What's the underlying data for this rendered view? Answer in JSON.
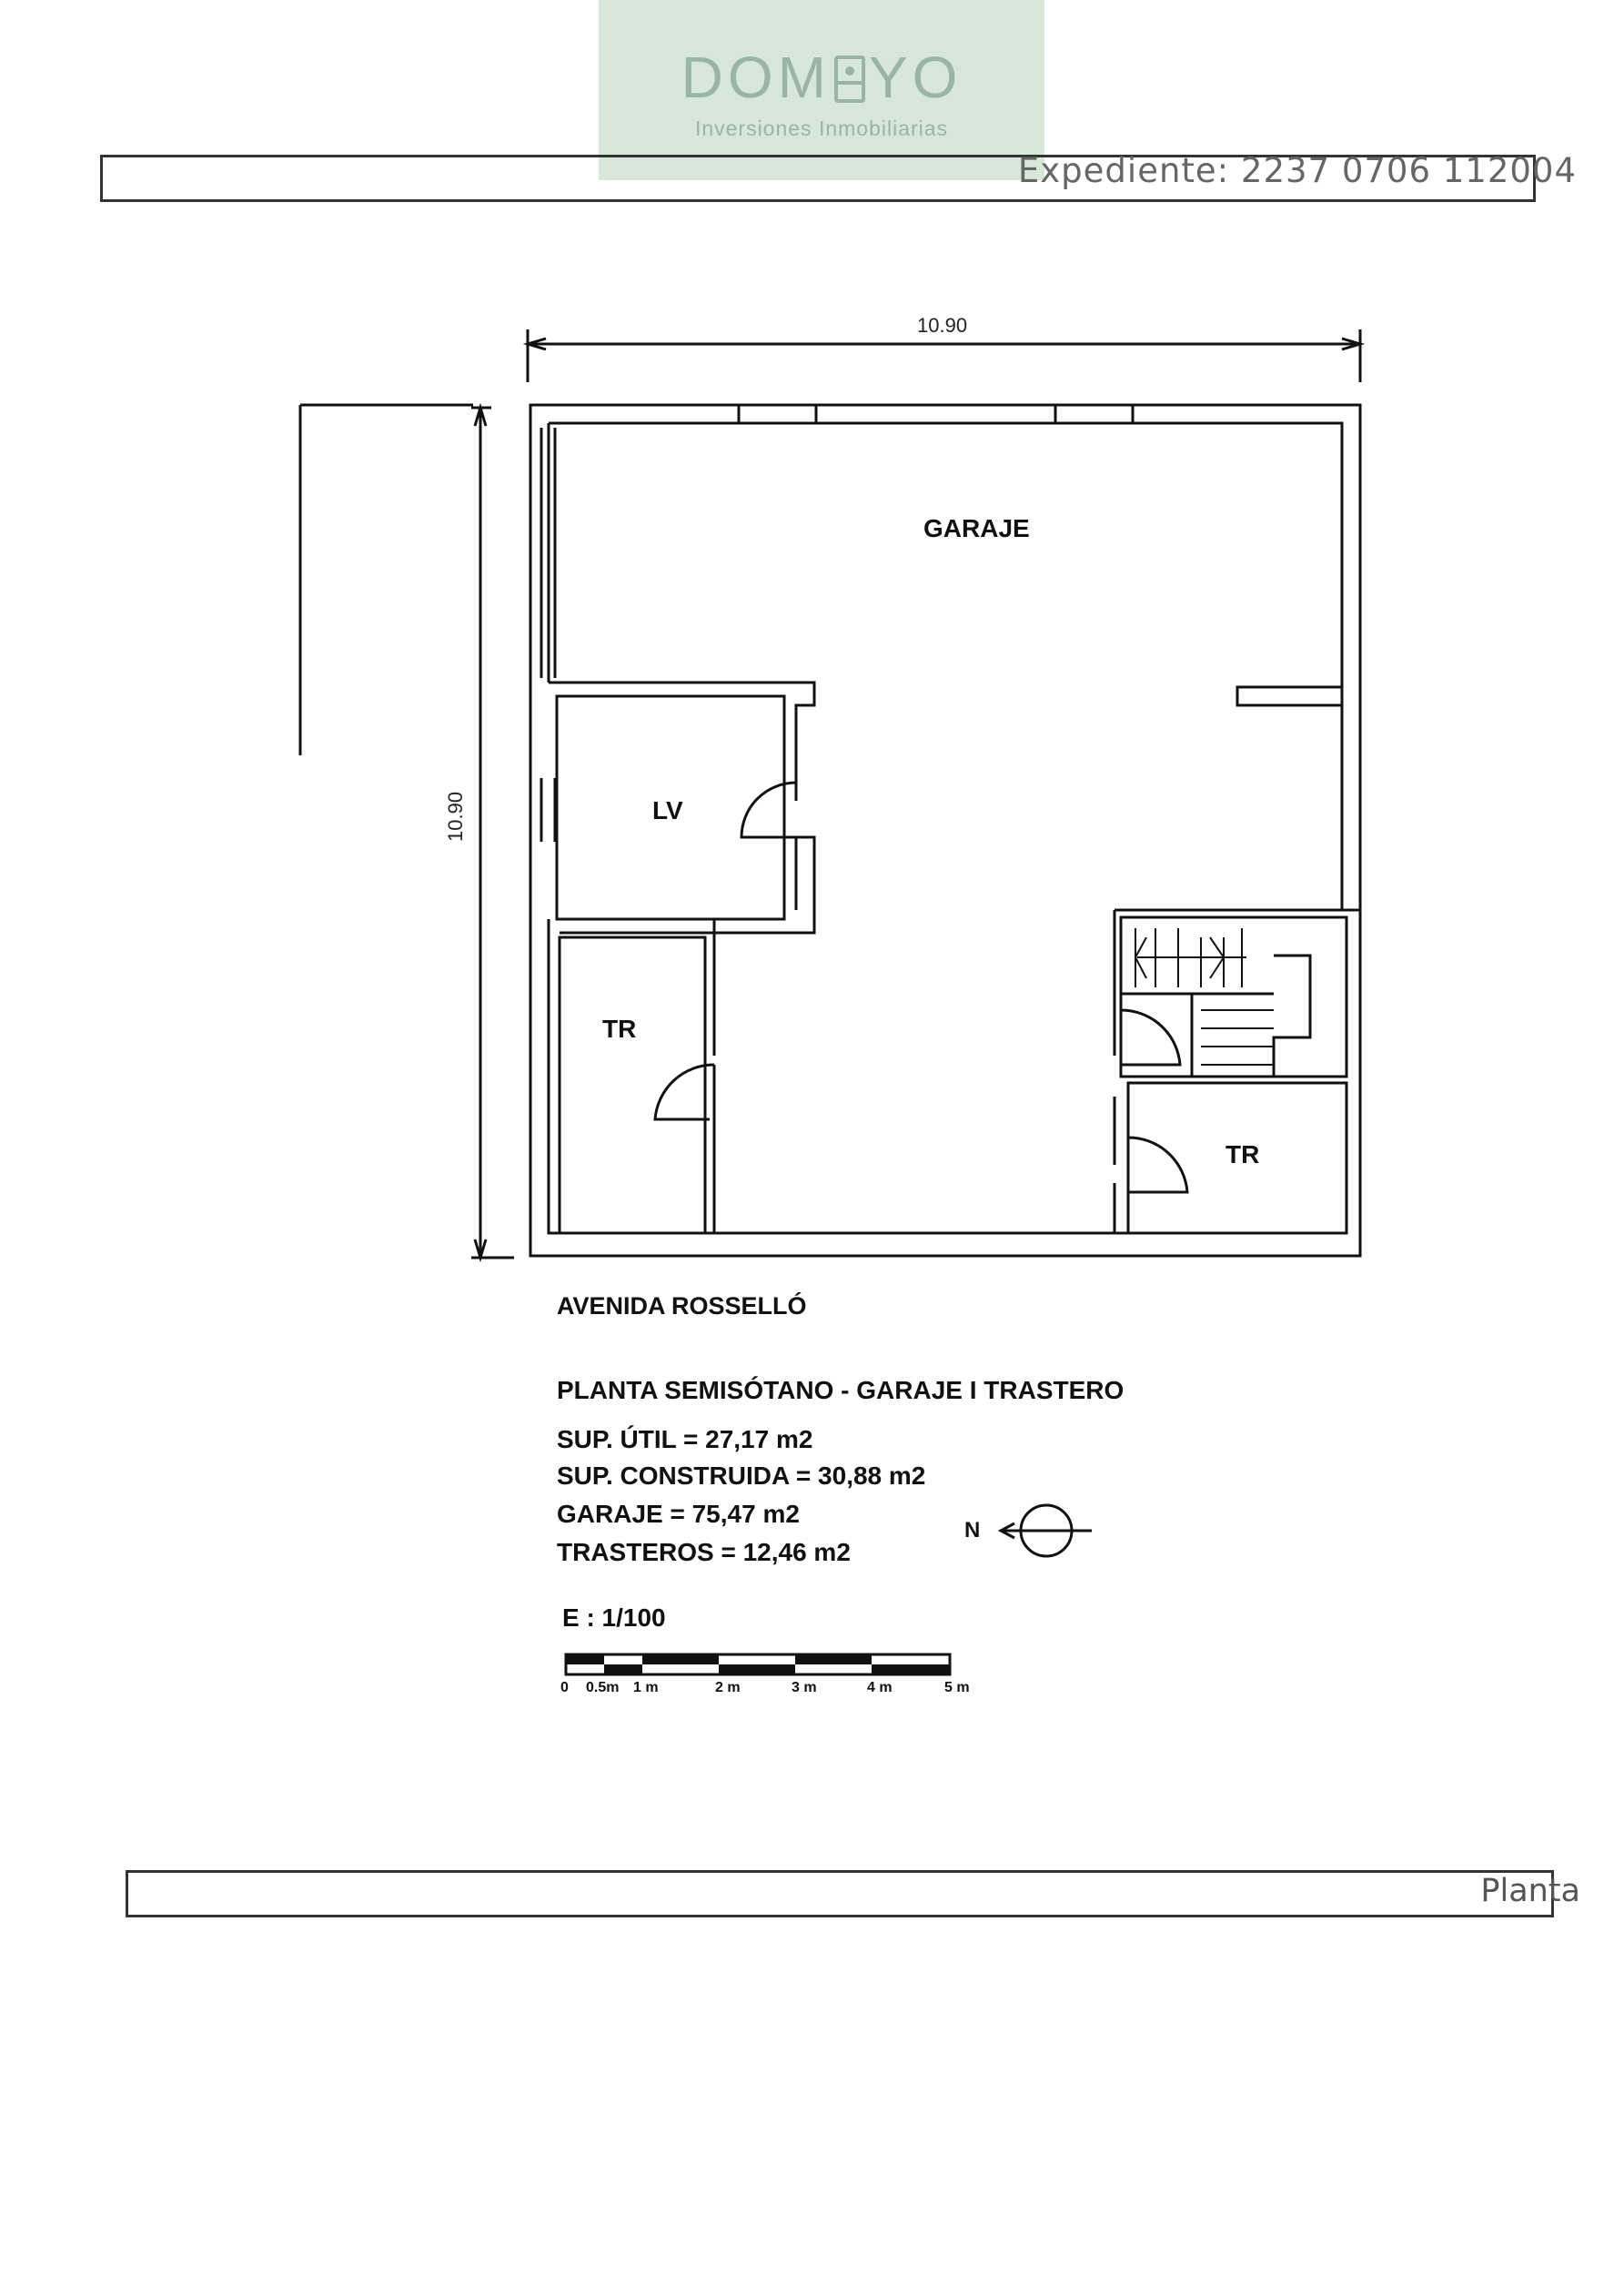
{
  "logo": {
    "brand": "DOMOYO",
    "brand_left": "DOM",
    "brand_right": "YO",
    "tagline": "Inversiones Inmobiliarias"
  },
  "header": {
    "expediente": "Expediente: 2237 0706 112004"
  },
  "plan": {
    "width_dimension": "10.90",
    "height_dimension": "10.90",
    "rooms": {
      "garaje": "GARAJE",
      "lv": "LV",
      "tr_left": "TR",
      "tr_right": "TR"
    },
    "street": "AVENIDA ROSSELLÓ"
  },
  "info": {
    "title": "PLANTA SEMISÓTANO - GARAJE I TRASTERO",
    "sup_util": "SUP. ÚTIL = 27,17 m2",
    "sup_construida": "SUP. CONSTRUIDA = 30,88 m2",
    "garaje": "GARAJE = 75,47 m2",
    "trasteros": "TRASTEROS = 12,46 m2",
    "north_label": "N"
  },
  "scale": {
    "label": "E : 1/100",
    "ticks": [
      "0",
      "0.5m",
      "1 m",
      "2 m",
      "3 m",
      "4 m",
      "5 m"
    ]
  },
  "footer": {
    "label": "Planta"
  }
}
